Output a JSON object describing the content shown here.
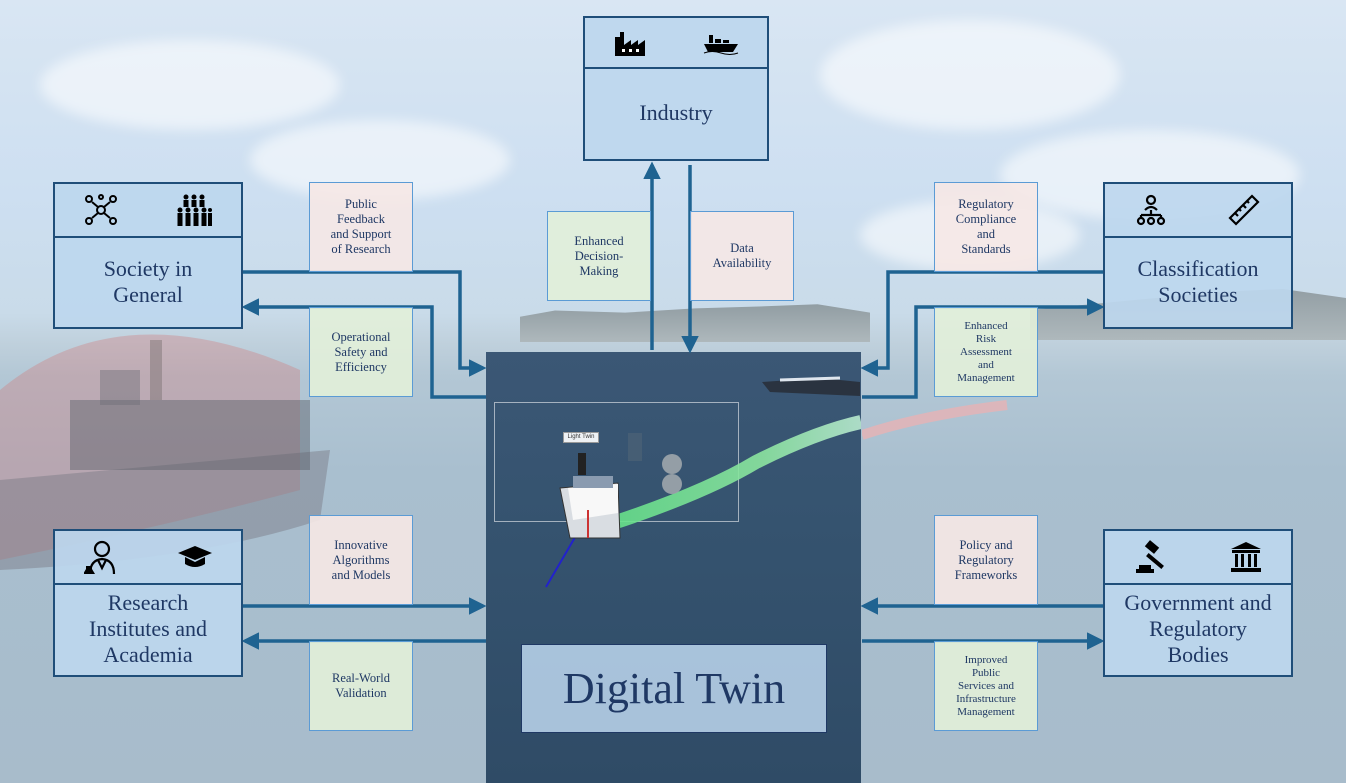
{
  "center": {
    "label": "Digital Twin",
    "hud_label": "Light Twin"
  },
  "nodes": {
    "industry": {
      "label": "Industry",
      "icons": [
        "factory-icon",
        "ship-icon"
      ]
    },
    "society": {
      "label_line1": "Society in",
      "label_line2": "General",
      "icons": [
        "network-icon",
        "crowd-icon"
      ]
    },
    "classification": {
      "label_line1": "Classification",
      "label_line2": "Societies",
      "icons": [
        "org-chart-icon",
        "ruler-icon"
      ]
    },
    "research": {
      "label_line1": "Research",
      "label_line2": "Institutes and",
      "label_line3": "Academia",
      "icons": [
        "scientist-icon",
        "graduation-cap-icon"
      ]
    },
    "government": {
      "label_line1": "Government and",
      "label_line2": "Regulatory",
      "label_line3": "Bodies",
      "icons": [
        "gavel-icon",
        "institution-icon"
      ]
    }
  },
  "relations": {
    "public_feedback": {
      "lines": [
        "Public",
        "Feedback",
        "and Support",
        "of Research"
      ]
    },
    "operational_safety": {
      "lines": [
        "Operational",
        "Safety and",
        "Efficiency"
      ]
    },
    "enhanced_decision": {
      "lines": [
        "Enhanced",
        "Decision-",
        "Making"
      ]
    },
    "data_availability": {
      "lines": [
        "Data",
        "Availability"
      ]
    },
    "regulatory_compliance": {
      "lines": [
        "Regulatory",
        "Compliance",
        "and",
        "Standards"
      ]
    },
    "enhanced_risk": {
      "lines": [
        "Enhanced",
        "Risk",
        "Assessment",
        "and",
        "Management"
      ]
    },
    "innovative_algorithms": {
      "lines": [
        "Innovative",
        "Algorithms",
        "and Models"
      ]
    },
    "real_world": {
      "lines": [
        "Real-World",
        "Validation"
      ]
    },
    "policy_frameworks": {
      "lines": [
        "Policy and",
        "Regulatory",
        "Frameworks"
      ]
    },
    "improved_services": {
      "lines": [
        "Improved",
        "Public",
        "Services and",
        "Infrastructure",
        "Management"
      ]
    }
  },
  "colors": {
    "arrow": "#1f6391",
    "node_border": "#1f4e79",
    "node_fill": "#bdd7ee",
    "pink": "#f6e8e6",
    "green": "#e2f0d9"
  }
}
